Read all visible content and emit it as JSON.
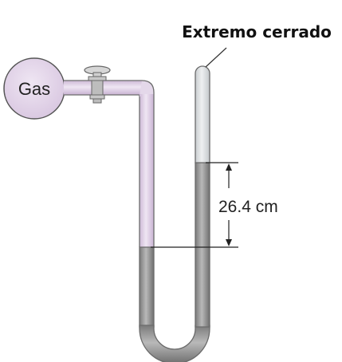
{
  "labels": {
    "gas": "Gas",
    "closed_end": "Extremo cerrado",
    "height_difference": "26.4 cm"
  },
  "colors": {
    "gas": "#ddcfe4",
    "gas_outline": "#555555",
    "mercury": "#8b8b8b",
    "mercury_light": "#b4b4b4",
    "empty_tube": "#d9dcde",
    "tube_outline": "#6b6b6b",
    "valve": "#cfcfcf"
  },
  "icons": {
    "valve": "stopcock-valve-icon"
  }
}
